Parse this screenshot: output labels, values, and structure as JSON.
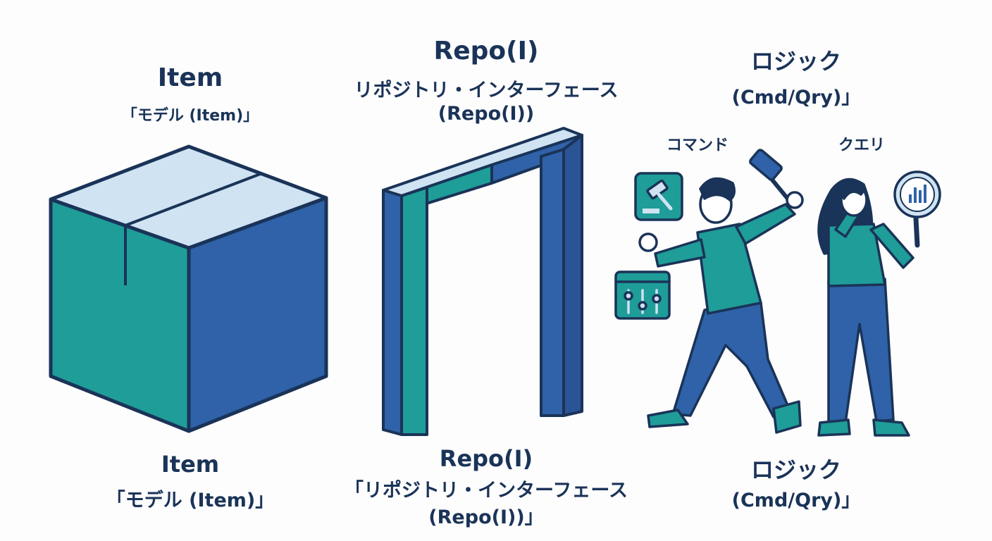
{
  "model": {
    "top_title": "Item",
    "top_subtitle": "「モデル (Item)」",
    "bottom_title": "Item",
    "bottom_subtitle": "「モデル (Item)」",
    "icon": "box-icon"
  },
  "repo": {
    "top_title": "Repo(I)",
    "top_subtitle": "リポジトリ・インターフェース",
    "top_subtitle2": "(Repo(I))",
    "bottom_title": "Repo(I)",
    "bottom_subtitle": "「リポジトリ・インターフェース",
    "bottom_subtitle2": "(Repo(I))」",
    "icon": "gate-icon"
  },
  "logic": {
    "top_title": "ロジック",
    "top_subtitle": "(Cmd/Qry)」",
    "command_label": "コマンド",
    "query_label": "クエリ",
    "bottom_title": "ロジック",
    "bottom_subtitle": "(Cmd/Qry)」",
    "icons": [
      "gavel-icon",
      "sliders-icon",
      "magnifier-chart-icon"
    ]
  },
  "colors": {
    "teal": "#1f9d98",
    "blue": "#2f62a8",
    "light": "#cfe3f2",
    "outline": "#1a3358"
  }
}
